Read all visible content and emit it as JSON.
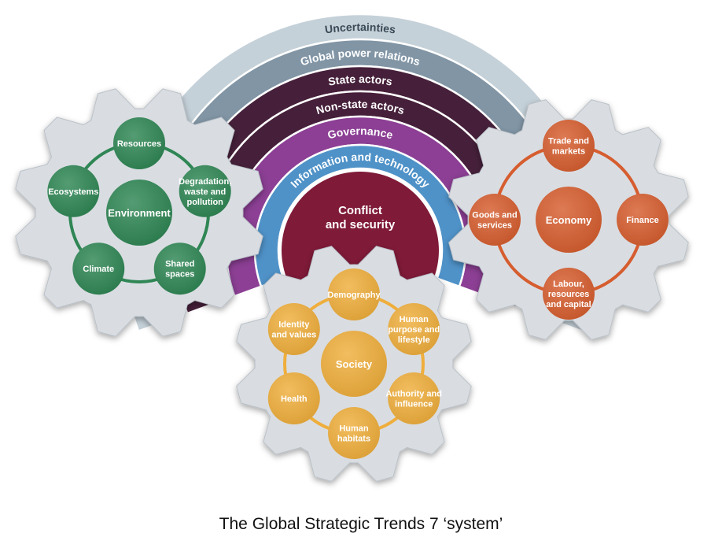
{
  "caption": "The Global Strategic Trends 7 ‘system’",
  "colors": {
    "arc_uncertainties": "#c5d1d9",
    "arc_global_power": "#8195a5",
    "arc_state_actors": "#46203a",
    "arc_non_state": "#46203a",
    "arc_governance": "#8c3f94",
    "arc_info_tech": "#4f92c8",
    "core": "#7f1a38",
    "gear": "#d9dde2",
    "environment": "#2f8654",
    "economy": "#d65d2f",
    "society": "#efae3c"
  },
  "arcs": [
    {
      "key": "uncertainties",
      "label": "Uncertainties"
    },
    {
      "key": "global_power",
      "label": "Global power relations"
    },
    {
      "key": "state_actors",
      "label": "State actors"
    },
    {
      "key": "non_state",
      "label": "Non-state actors"
    },
    {
      "key": "governance",
      "label": "Governance"
    },
    {
      "key": "info_tech",
      "label": "Information and technology"
    }
  ],
  "core": {
    "lines": [
      "Conflict",
      "and security"
    ]
  },
  "environment": {
    "hub": "Environment",
    "nodes": [
      {
        "lines": [
          "Resources"
        ]
      },
      {
        "lines": [
          "Degradation,",
          "waste and",
          "pollution"
        ]
      },
      {
        "lines": [
          "Shared",
          "spaces"
        ]
      },
      {
        "lines": [
          "Climate"
        ]
      },
      {
        "lines": [
          "Ecosystems"
        ]
      }
    ]
  },
  "economy": {
    "hub": "Economy",
    "nodes": [
      {
        "lines": [
          "Trade and",
          "markets"
        ]
      },
      {
        "lines": [
          "Finance"
        ]
      },
      {
        "lines": [
          "Labour,",
          "resources",
          "and capital"
        ]
      },
      {
        "lines": [
          "Goods and",
          "services"
        ]
      }
    ]
  },
  "society": {
    "hub": "Society",
    "nodes": [
      {
        "lines": [
          "Demography"
        ]
      },
      {
        "lines": [
          "Human",
          "purpose and",
          "lifestyle"
        ]
      },
      {
        "lines": [
          "Authority and",
          "influence"
        ]
      },
      {
        "lines": [
          "Human",
          "habitats"
        ]
      },
      {
        "lines": [
          "Health"
        ]
      },
      {
        "lines": [
          "Identity",
          "and values"
        ]
      }
    ]
  }
}
